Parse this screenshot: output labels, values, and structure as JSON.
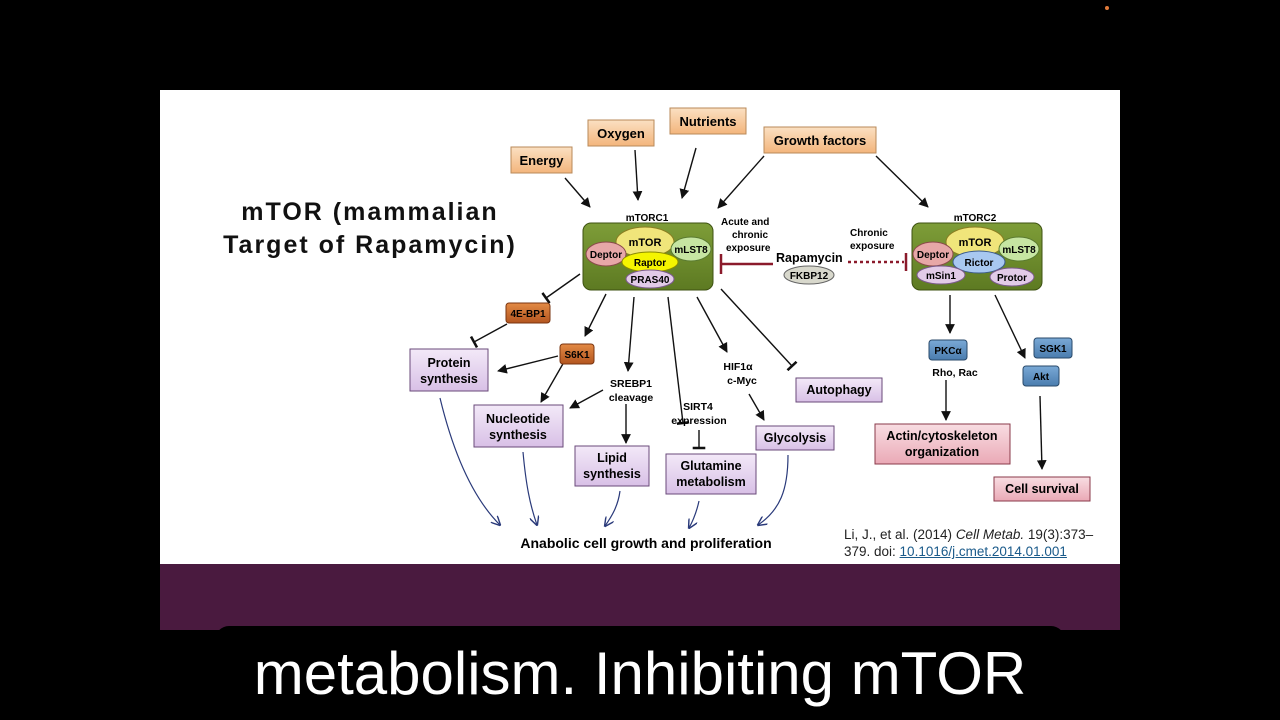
{
  "title": {
    "line1": "mTOR (mammalian",
    "line2": "Target of Rapamycin)"
  },
  "inputs": {
    "energy": "Energy",
    "oxygen": "Oxygen",
    "nutrients": "Nutrients",
    "growth_factors": "Growth factors"
  },
  "mtorc1": {
    "label": "mTORC1",
    "mtor": "mTOR",
    "deptor": "Deptor",
    "mlst8": "mLST8",
    "raptor": "Raptor",
    "pras40": "PRAS40"
  },
  "mtorc2": {
    "label": "mTORC2",
    "mtor": "mTOR",
    "deptor": "Deptor",
    "mlst8": "mLST8",
    "rictor": "Rictor",
    "msin1": "mSin1",
    "protor": "Protor"
  },
  "rapamycin": {
    "label": "Rapamycin",
    "fkbp12": "FKBP12",
    "acute_line1": "Acute and",
    "acute_line2": "chronic",
    "acute_line3": "exposure",
    "chronic_line1": "Chronic",
    "chronic_line2": "exposure"
  },
  "effectors": {
    "ebp1": "4E-BP1",
    "s6k1": "S6K1",
    "pkca": "PKCα",
    "sgk1": "SGK1",
    "akt": "Akt",
    "rho_rac": "Rho, Rac",
    "srebp1_line1": "SREBP1",
    "srebp1_line2": "cleavage",
    "sirt4_line1": "SIRT4",
    "sirt4_line2": "expression",
    "hif1a": "HIF1α",
    "cmyc": "c-Myc"
  },
  "outputs": {
    "protein_line1": "Protein",
    "protein_line2": "synthesis",
    "nucleotide_line1": "Nucleotide",
    "nucleotide_line2": "synthesis",
    "lipid_line1": "Lipid",
    "lipid_line2": "synthesis",
    "glutamine_line1": "Glutamine",
    "glutamine_line2": "metabolism",
    "glycolysis": "Glycolysis",
    "autophagy": "Autophagy",
    "actin_line1": "Actin/cytoskeleton",
    "actin_line2": "organization",
    "cell_survival": "Cell survival",
    "anabolic": "Anabolic cell growth and proliferation"
  },
  "citation": {
    "prefix": "Li, J., et al. (2014) ",
    "journal": "Cell Metab.",
    "pages": " 19(3):373–379. doi: ",
    "doi": "10.1016/j.cmet.2014.01.001"
  },
  "caption": "metabolism. Inhibiting mTOR",
  "colors": {
    "input_fill": "#f7c99b",
    "complex_fill": "#6f8f2e",
    "effector_orange": "#c8692a",
    "effector_blue": "#5b8fbf",
    "output_purple": "#e8d8f2",
    "output_pink": "#f3c8d0",
    "inhibit_red": "#8b1a2b",
    "band": "#4a1a3f"
  }
}
